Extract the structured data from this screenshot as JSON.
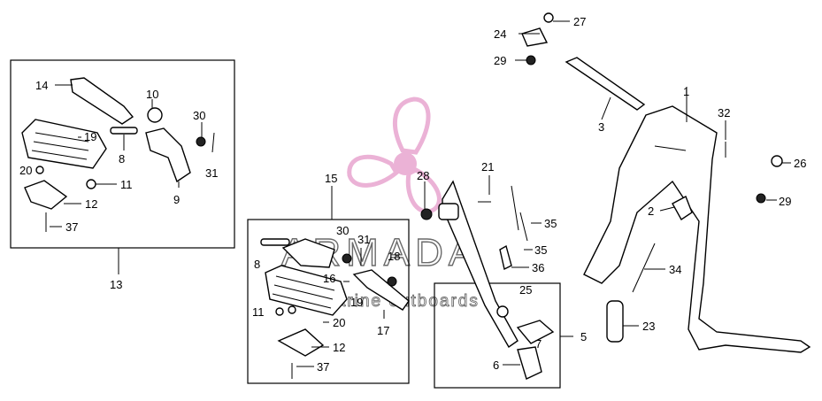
{
  "diagram": {
    "callouts": {
      "c1": "1",
      "c2": "2",
      "c3": "3",
      "c5": "5",
      "c6": "6",
      "c7": "7",
      "c8a": "8",
      "c8b": "8",
      "c9": "9",
      "c10": "10",
      "c11a": "11",
      "c11b": "11",
      "c12a": "12",
      "c12b": "12",
      "c13": "13",
      "c14": "14",
      "c15": "15",
      "c16": "16",
      "c17": "17",
      "c18": "18",
      "c19a": "19",
      "c19b": "19",
      "c20a": "20",
      "c20b": "20",
      "c21": "21",
      "c23": "23",
      "c24": "24",
      "c25": "25",
      "c26": "26",
      "c27": "27",
      "c28": "28",
      "c29a": "29",
      "c29b": "29",
      "c30a": "30",
      "c30b": "30",
      "c31a": "31",
      "c31b": "31",
      "c32": "32",
      "c34": "34",
      "c35a": "35",
      "c35b": "35",
      "c36": "36",
      "c37a": "37",
      "c37b": "37"
    }
  },
  "watermark": {
    "title": "ARMADA",
    "subtitle": "marine outboards",
    "logo_color": "#e8a5cf"
  }
}
